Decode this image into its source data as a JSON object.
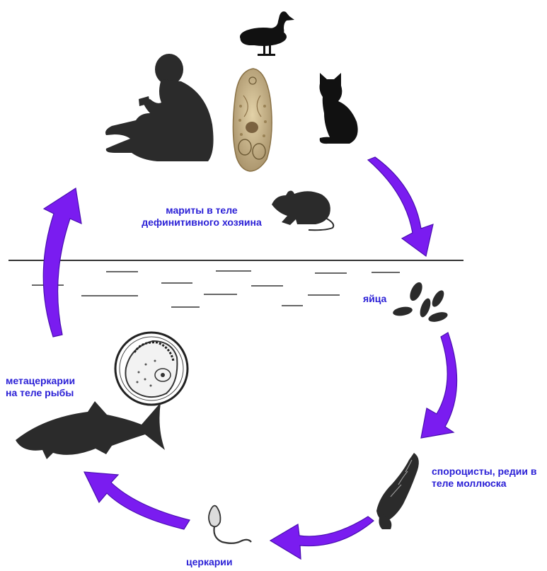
{
  "labels": {
    "adults": [
      "мариты в теле",
      "дефинитивного хозяина"
    ],
    "eggs": "яйца",
    "sporocysts": [
      "спороцисты, редии в",
      "теле моллюска"
    ],
    "cercariae": "церкарии",
    "metacercariae": [
      "метацеркарии",
      "на теле рыбы"
    ]
  },
  "colors": {
    "label": "#2a1fd6",
    "arrow": "#7a1cf0",
    "arrow_edge": "#4a0fb0",
    "silhouette": "#2b2b2b",
    "fluke": "#c9b58a",
    "water_line": "#333333"
  },
  "icons": [
    "human-icon",
    "fluke-icon",
    "duck-icon",
    "cat-icon",
    "rat-icon",
    "eggs-icon",
    "snail-icon",
    "cercaria-icon",
    "cyst-icon",
    "fish-icon"
  ]
}
